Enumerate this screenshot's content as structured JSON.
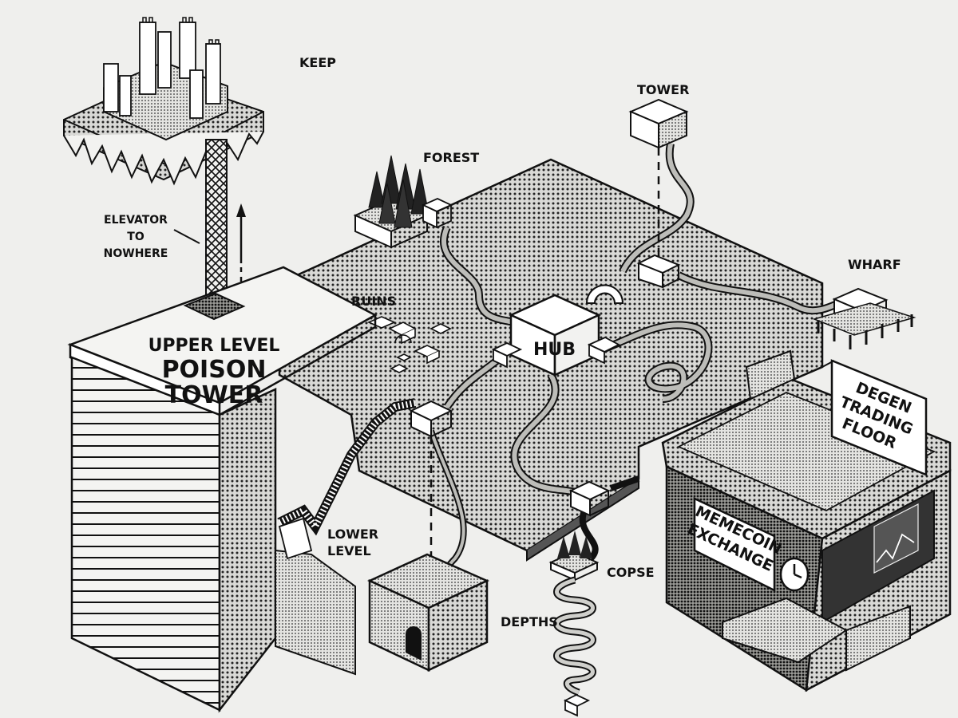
{
  "labels": {
    "keep": "KEEP",
    "forest": "FOREST",
    "tower": "TOWER",
    "elevator_line1": "ELEVATOR",
    "elevator_line2": "TO",
    "elevator_line3": "NOWHERE",
    "wharf": "WHARF",
    "ruins": "RUINS",
    "hub": "HUB",
    "upper_level": "UPPER LEVEL",
    "poison": "POISON",
    "tower_main": "TOWER",
    "lower_level_line1": "LOWER",
    "lower_level_line2": "LEVEL",
    "copse": "COPSE",
    "depths": "DEPTHS",
    "degen_line1": "DEGEN",
    "degen_line2": "TRADING",
    "degen_line3": "FLOOR",
    "memecoin_line1": "MEMECOIN",
    "memecoin_line2": "EXCHANGE"
  },
  "colors": {
    "paper": "#efefed",
    "ink": "#111111",
    "white": "#ffffff"
  },
  "icons": [
    "arrow-up-icon",
    "tree-icon",
    "castle-icon",
    "arch-icon",
    "clock-icon"
  ]
}
